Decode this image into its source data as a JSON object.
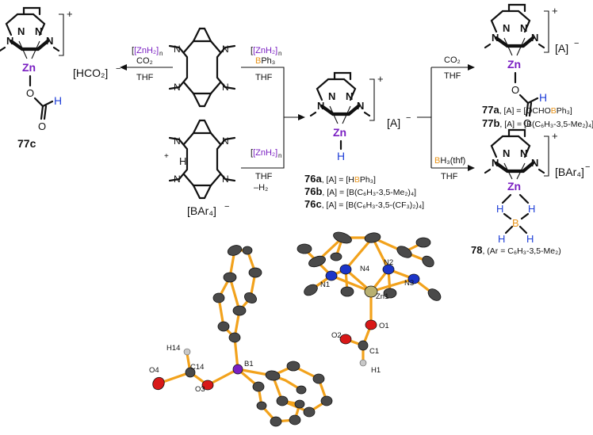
{
  "colors": {
    "zn": "#7a1fc2",
    "b": "#e8941a",
    "h": "#1f3fd8",
    "ortep_bond": "#f2a21c",
    "n_atom": "#1c35c8",
    "o_atom": "#d81818",
    "zn_atom": "#b8b070"
  },
  "labels": {
    "plus": "+",
    "minus": "−",
    "zn": "Zn",
    "n": "N",
    "h": "H",
    "b": "B",
    "o": "O",
    "a_anion": "[A]",
    "a_anion_right": "[A]",
    "hco2_anion": "[HCO₂]",
    "bar4_left": "[BAr₄]",
    "bar4_right": "[BAr₄]",
    "reagent1": "[ZnH₂]",
    "reagent1_sub": "n",
    "co2": "CO₂",
    "thf": "THF",
    "reagent2": "[ZnH₂]",
    "reagent2_sub": "n",
    "bph3_b": "B",
    "bph3_rest": "Ph₃",
    "reagent3": "[ZnH₂]",
    "reagent3_sub": "n",
    "minus_h2": "–H₂",
    "co2_right": "CO₂",
    "bh3": "BH₃(thf)",
    "bh3_b": "B",
    "bh3_rest": "H₃(thf)"
  },
  "compounds": {
    "c77c": "77c",
    "c76a": "76a",
    "c76a_def": ", [A] = [H",
    "c76a_def_b": "B",
    "c76a_def_end": "Ph₃]",
    "c76b": "76b",
    "c76b_def": ", [A] = [B(C₆H₃-3,5-Me₂)₄]",
    "c76c": "76c",
    "c76c_def": ", [A] = [B(C₆H₃-3,5-(CF₃)₂)₄]",
    "c77a": "77a",
    "c77a_def": ", [A] = [OCHO",
    "c77a_def_b": "B",
    "c77a_def_end": "Ph₃]",
    "c77b": "77b",
    "c77b_def": ", [A] = [B(C₆H₃-3,5-Me₂)₄]",
    "c78": "78",
    "c78_def": ", (Ar = C₆H₃-3,5-Me₂)"
  },
  "crystal_labels": {
    "n1": "N1",
    "n2": "N2",
    "n3": "N3",
    "n4": "N4",
    "zn1": "Zn1",
    "o1": "O1",
    "o2": "O2",
    "c1": "C1",
    "h1": "H1",
    "b1": "B1",
    "o3": "O3",
    "o4": "O4",
    "c14": "C14",
    "h14": "H14"
  }
}
